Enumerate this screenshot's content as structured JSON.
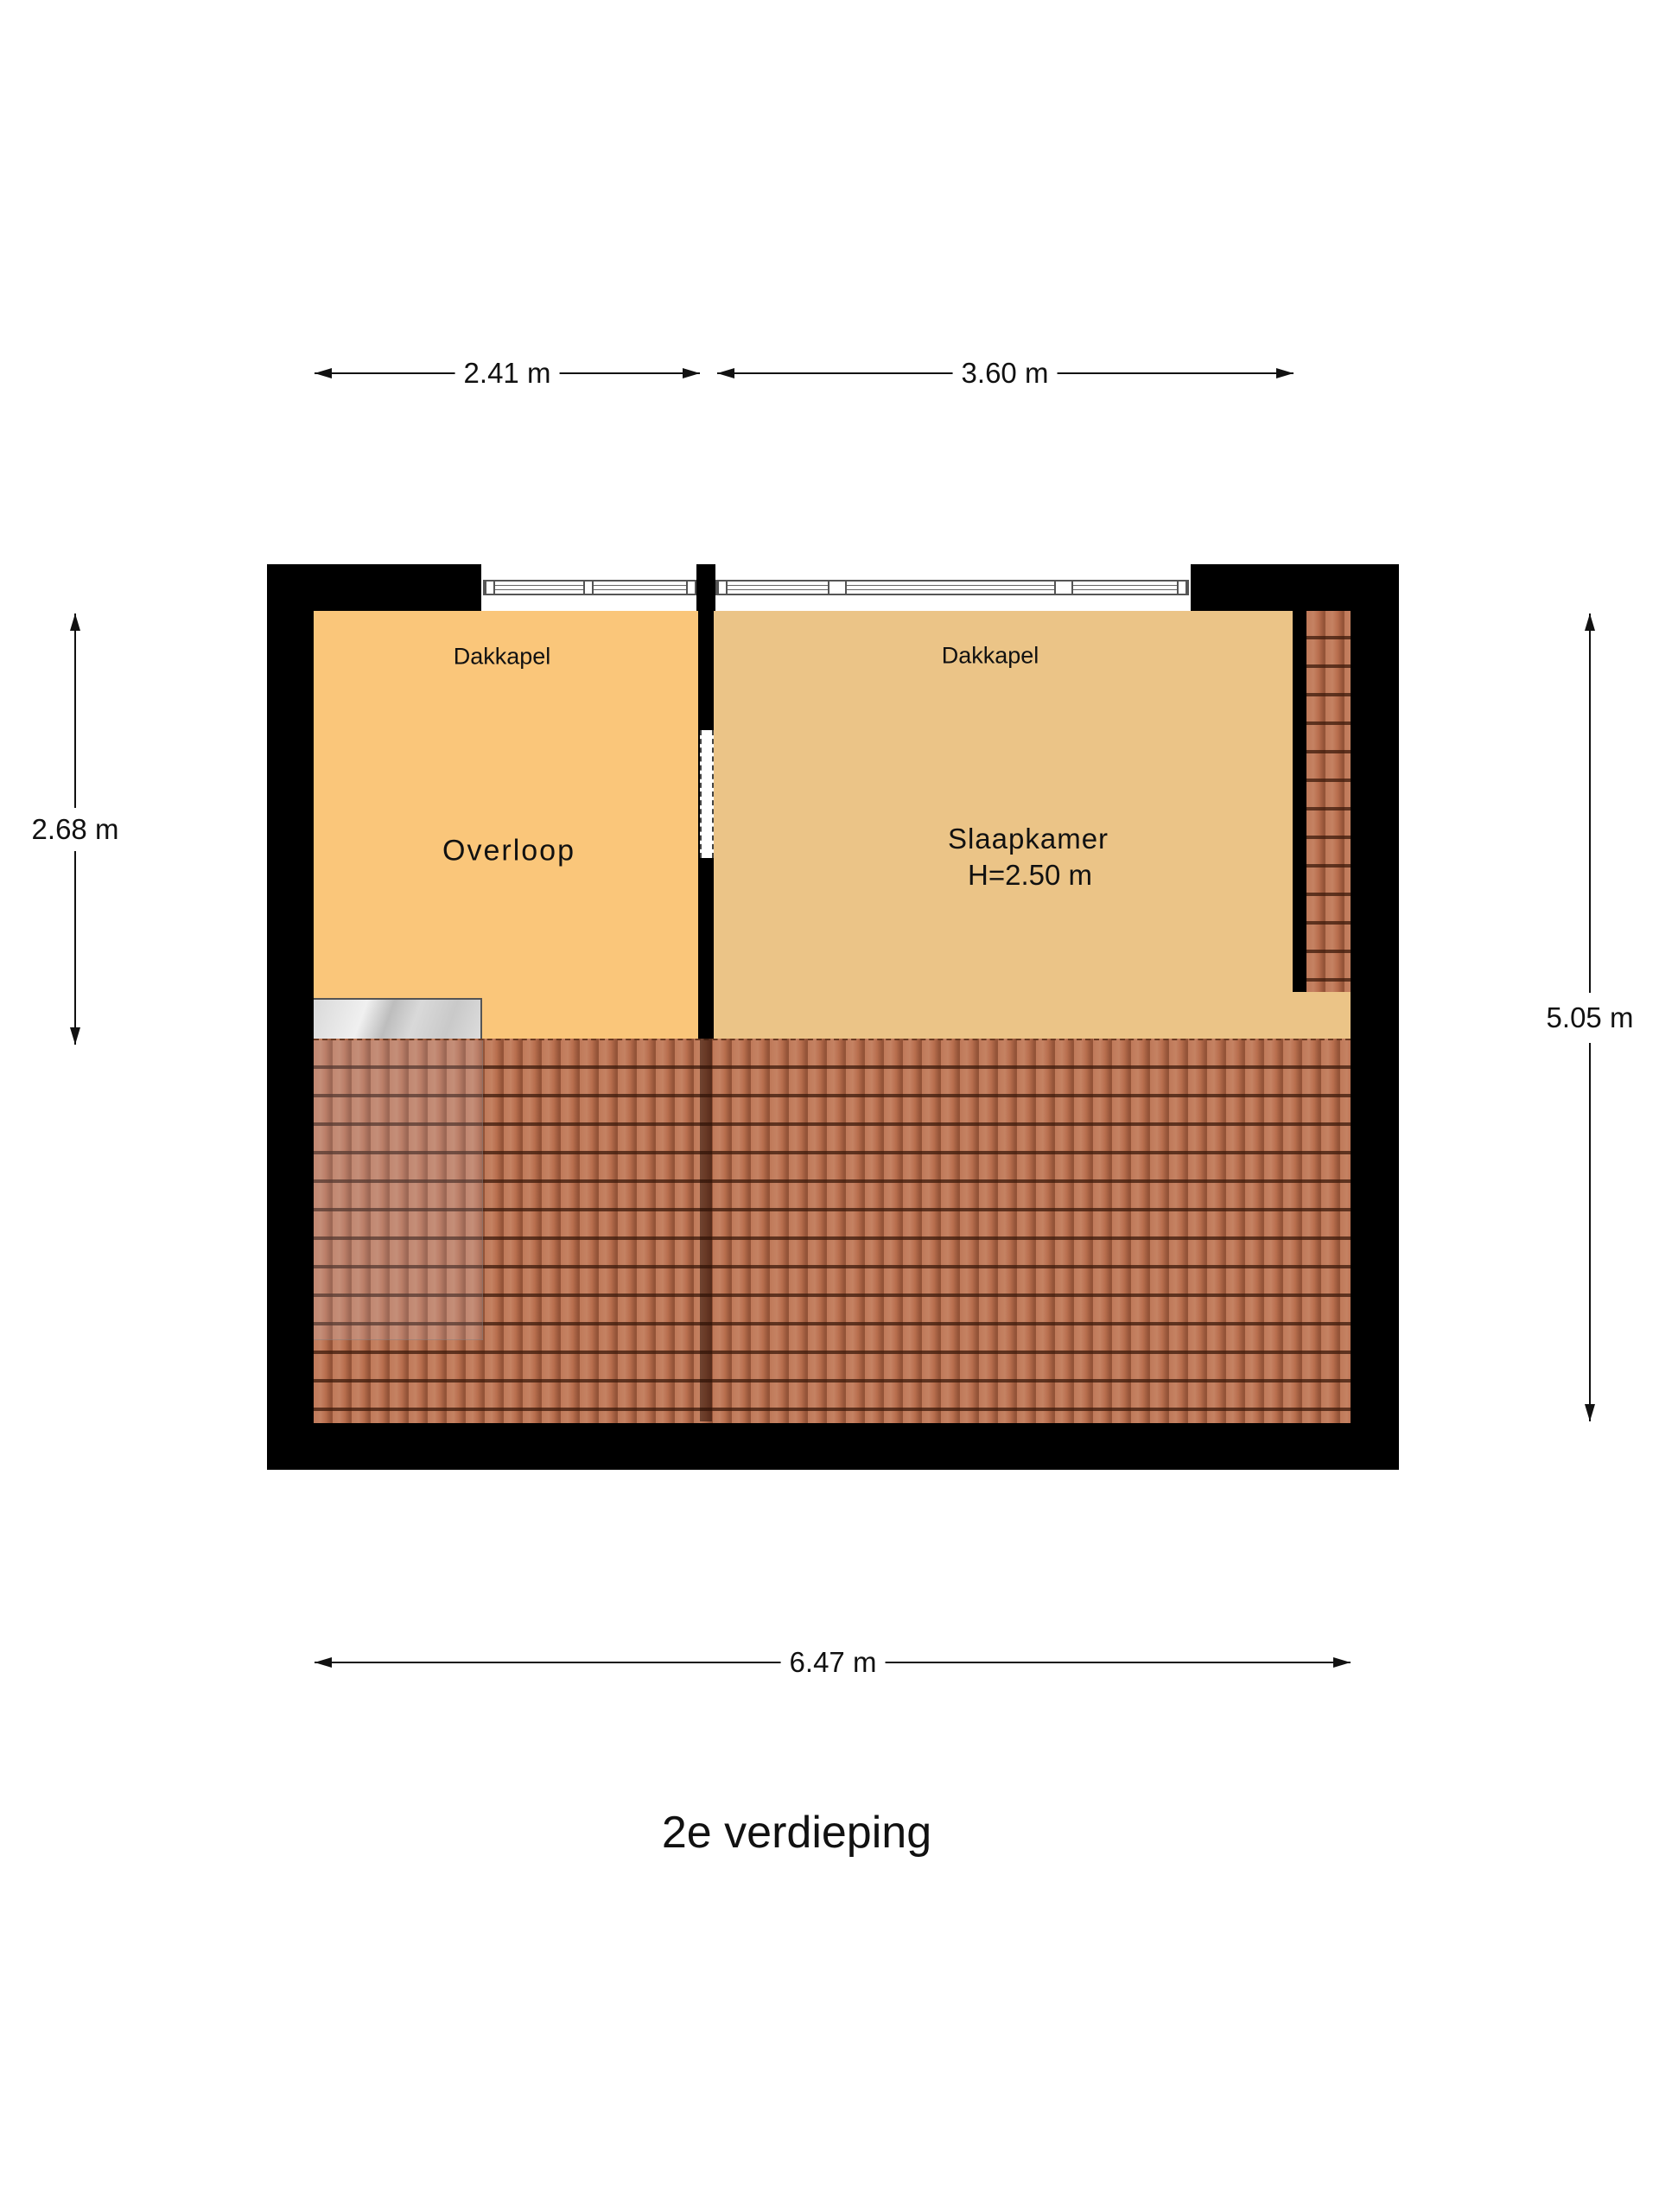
{
  "floor_title": "2e verdieping",
  "rooms": [
    {
      "name": "Overloop",
      "sublabel": "Dakkapel",
      "color": "#fac67a"
    },
    {
      "name": "Slaapkamer",
      "height": "H=2.50 m",
      "sublabel": "Dakkapel",
      "color": "#ebc487"
    }
  ],
  "colors": {
    "wall": "#000000",
    "roof_tiles": "#b86e4e",
    "stair": "#d9d9d9"
  },
  "dimensions": {
    "top_left": "2.41 m",
    "top_right": "3.60 m",
    "left": "2.68 m",
    "right": "5.05 m",
    "bottom": "6.47 m"
  }
}
